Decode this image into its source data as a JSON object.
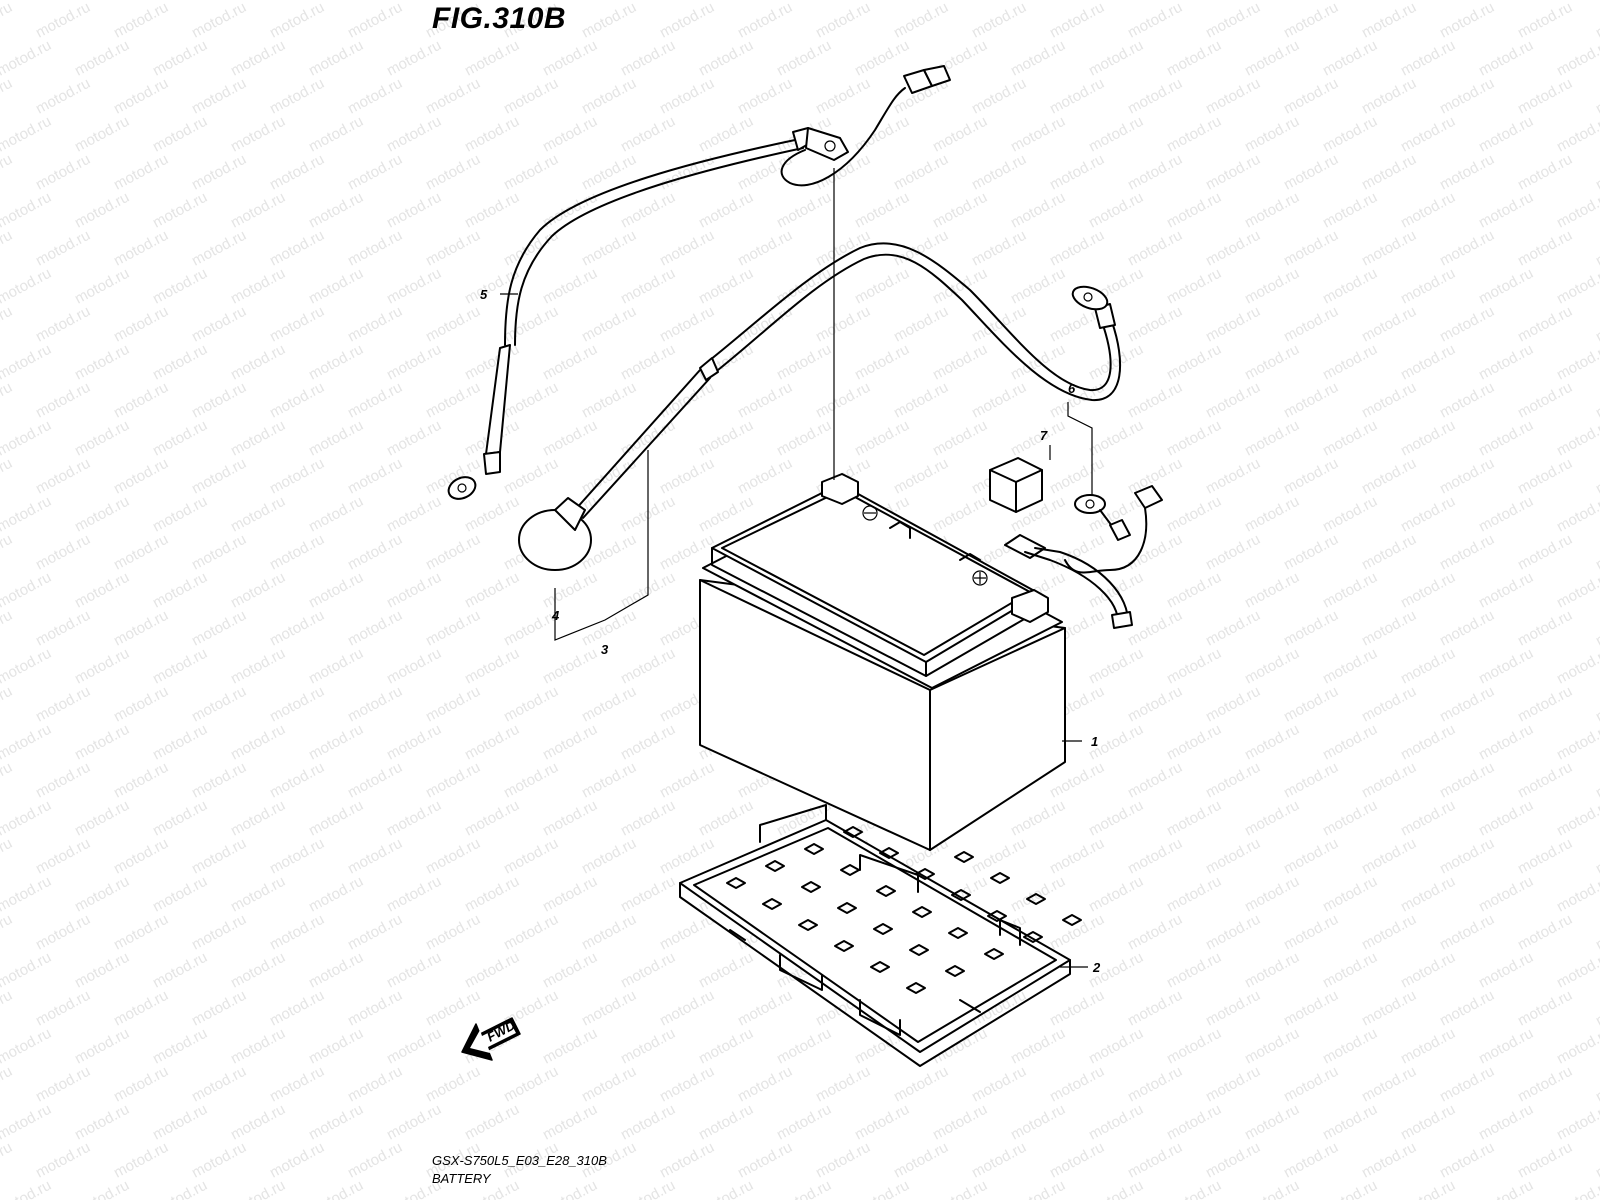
{
  "figure": {
    "title": "FIG.310B",
    "model_code": "GSX-S750L5_E03_E28_310B",
    "assembly_name": "BATTERY"
  },
  "watermark": {
    "text": "motod.ru",
    "color": "#e4e4e4"
  },
  "callouts": {
    "battery": "1",
    "battery_tray": "2",
    "positive_cable": "3",
    "terminal_cap": "4",
    "negative_cable": "5",
    "starter_relay_harness": "6",
    "relay_cover": "7"
  },
  "direction_marker": {
    "label": "FWD",
    "icon": "forward-arrow-icon"
  }
}
